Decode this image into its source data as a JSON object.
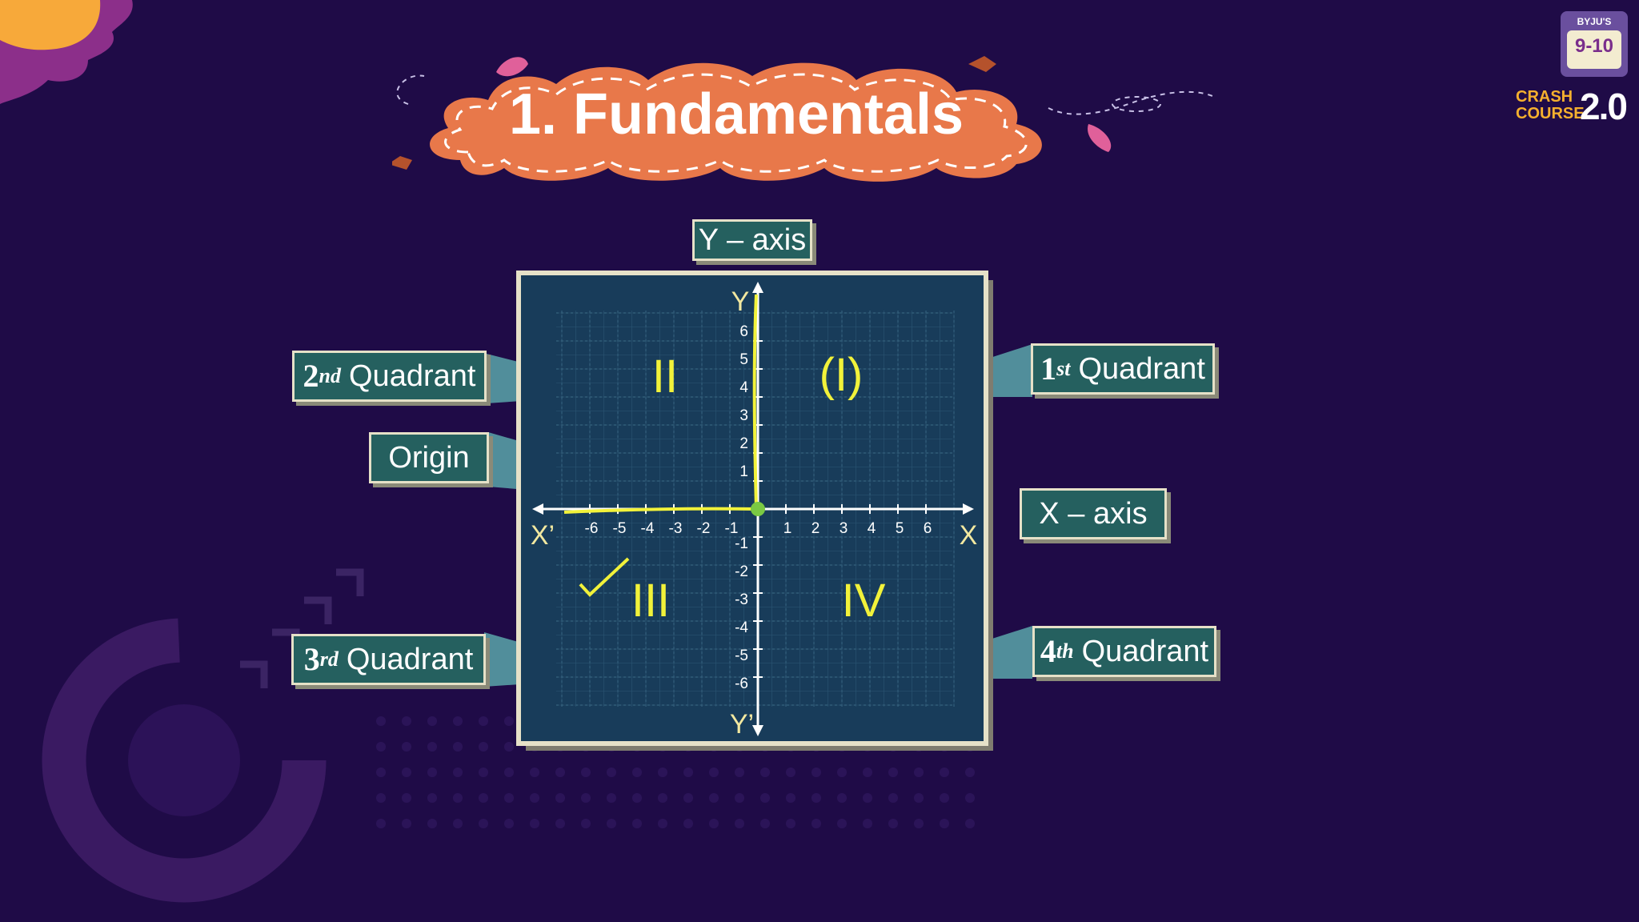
{
  "title": "1. Fundamentals",
  "brand": {
    "top": "BYJU'S",
    "grade": "9-10",
    "line1": "CRASH",
    "line2": "COURSE",
    "version": "2.0"
  },
  "labels": {
    "y_axis": "Y – axis",
    "x_axis": "X – axis",
    "origin": "Origin",
    "q1_num": "1",
    "q1_sup": "st",
    "q1_word": "Quadrant",
    "q2_num": "2",
    "q2_sup": "nd",
    "q2_word": "Quadrant",
    "q3_num": "3",
    "q3_sup": "rd",
    "q3_word": "Quadrant",
    "q4_num": "4",
    "q4_sup": "th",
    "q4_word": "Quadrant"
  },
  "graph": {
    "axis_names": {
      "y": "Y",
      "y_neg": "Y’",
      "x": "X",
      "x_neg": "X’"
    },
    "x_ticks": [
      "-6",
      "-5",
      "-4",
      "-3",
      "-2",
      "-1",
      "1",
      "2",
      "3",
      "4",
      "5",
      "6"
    ],
    "y_ticks": [
      "6",
      "5",
      "4",
      "3",
      "2",
      "1",
      "-1",
      "-2",
      "-3",
      "-4",
      "-5",
      "-6"
    ],
    "quadrant_marks": {
      "q1": "(I)",
      "q2": "II",
      "q3": "III",
      "q4": "IV"
    }
  },
  "colors": {
    "background": "#1f0b47",
    "board": "#183c5a",
    "label_fill": "#25605f",
    "title_cloud": "#e8784a",
    "annotation": "#f2f23a",
    "origin_dot": "#7ac943"
  }
}
